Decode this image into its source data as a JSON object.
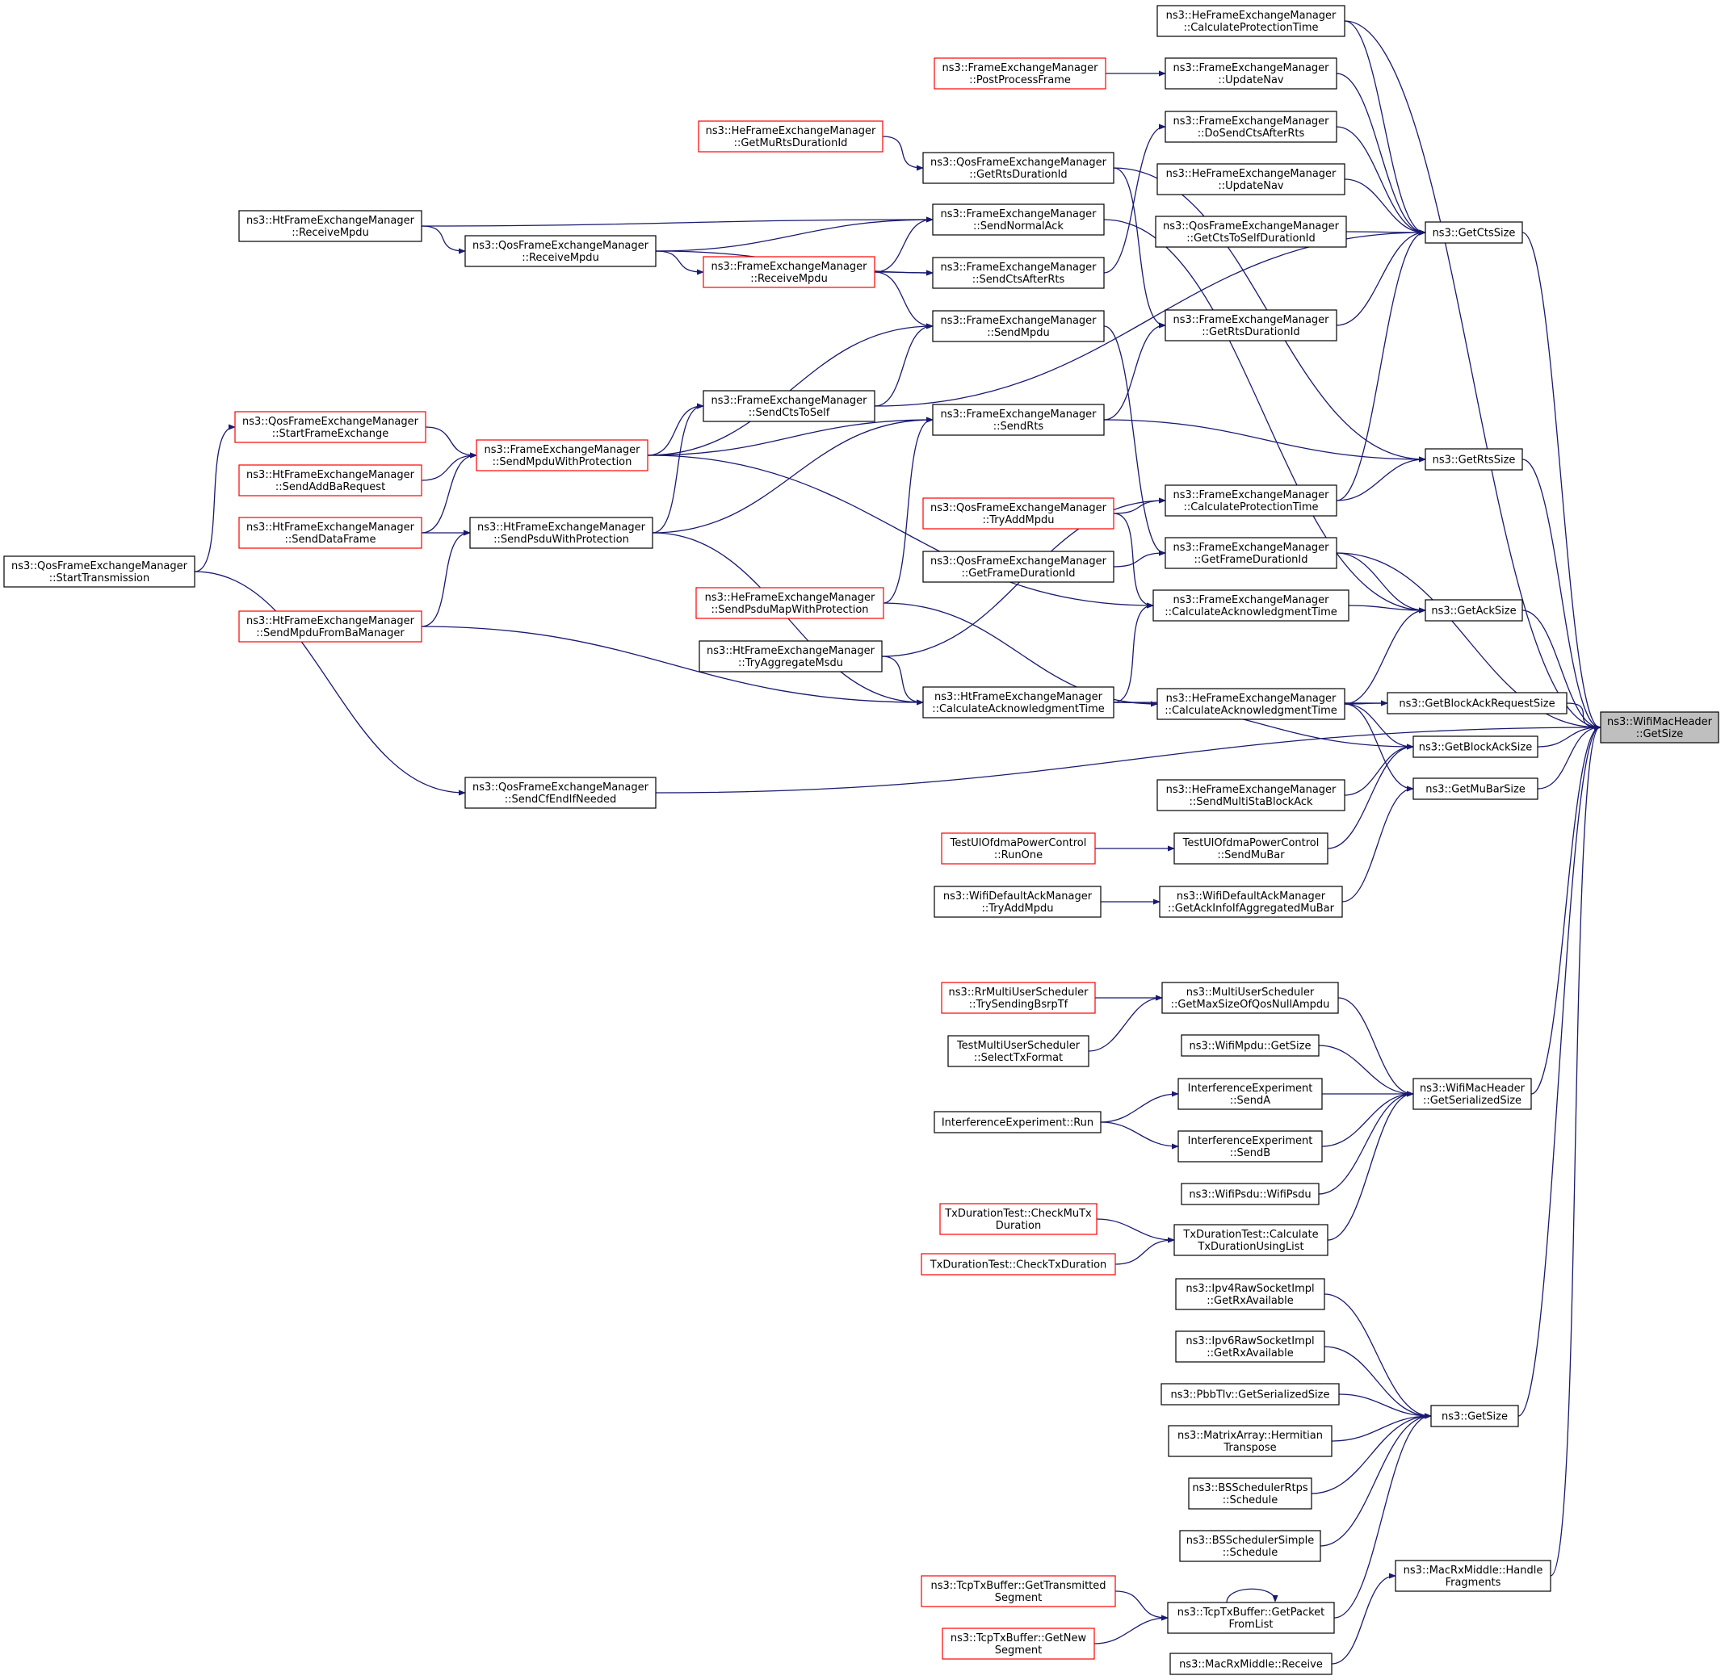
{
  "nodes": [
    {
      "id": "root",
      "lines": [
        "ns3::WifiMacHeader",
        "::GetSize"
      ],
      "style": "root"
    },
    {
      "id": "getctssize",
      "lines": [
        "ns3::GetCtsSize"
      ],
      "style": "black"
    },
    {
      "id": "getrtssize",
      "lines": [
        "ns3::GetRtsSize"
      ],
      "style": "black"
    },
    {
      "id": "getacksize",
      "lines": [
        "ns3::GetAckSize"
      ],
      "style": "black"
    },
    {
      "id": "getbarsize",
      "lines": [
        "ns3::GetBlockAckRequestSize"
      ],
      "style": "black"
    },
    {
      "id": "getbasize",
      "lines": [
        "ns3::GetBlockAckSize"
      ],
      "style": "black"
    },
    {
      "id": "getmubarsize",
      "lines": [
        "ns3::GetMuBarSize"
      ],
      "style": "black"
    },
    {
      "id": "wmh_serialized",
      "lines": [
        "ns3::WifiMacHeader",
        "::GetSerializedSize"
      ],
      "style": "black"
    },
    {
      "id": "ns3getsize",
      "lines": [
        "ns3::GetSize"
      ],
      "style": "black"
    },
    {
      "id": "handlefragments",
      "lines": [
        "ns3::MacRxMiddle::Handle",
        "Fragments"
      ],
      "style": "black"
    },
    {
      "id": "he_calcprot",
      "lines": [
        "ns3::HeFrameExchangeManager",
        "::CalculateProtectionTime"
      ],
      "style": "black"
    },
    {
      "id": "fem_updatenav",
      "lines": [
        "ns3::FrameExchangeManager",
        "::UpdateNav"
      ],
      "style": "black"
    },
    {
      "id": "fem_dosendcts",
      "lines": [
        "ns3::FrameExchangeManager",
        "::DoSendCtsAfterRts"
      ],
      "style": "black"
    },
    {
      "id": "he_updatenav",
      "lines": [
        "ns3::HeFrameExchangeManager",
        "::UpdateNav"
      ],
      "style": "black"
    },
    {
      "id": "qos_getcts",
      "lines": [
        "ns3::QosFrameExchangeManager",
        "::GetCtsToSelfDurationId"
      ],
      "style": "black"
    },
    {
      "id": "fem_getrtsdur",
      "lines": [
        "ns3::FrameExchangeManager",
        "::GetRtsDurationId"
      ],
      "style": "black"
    },
    {
      "id": "fem_calcprot",
      "lines": [
        "ns3::FrameExchangeManager",
        "::CalculateProtectionTime"
      ],
      "style": "black"
    },
    {
      "id": "fem_getframedur",
      "lines": [
        "ns3::FrameExchangeManager",
        "::GetFrameDurationId"
      ],
      "style": "black"
    },
    {
      "id": "fem_calcack",
      "lines": [
        "ns3::FrameExchangeManager",
        "::CalculateAcknowledgmentTime"
      ],
      "style": "black"
    },
    {
      "id": "he_calcack",
      "lines": [
        "ns3::HeFrameExchangeManager",
        "::CalculateAcknowledgmentTime"
      ],
      "style": "black"
    },
    {
      "id": "he_sendmultista",
      "lines": [
        "ns3::HeFrameExchangeManager",
        "::SendMultiStaBlockAck"
      ],
      "style": "black"
    },
    {
      "id": "test_sendmubar",
      "lines": [
        "TestUlOfdmaPowerControl",
        "::SendMuBar"
      ],
      "style": "black"
    },
    {
      "id": "wdam_getackinfo",
      "lines": [
        "ns3::WifiDefaultAckManager",
        "::GetAckInfoIfAggregatedMuBar"
      ],
      "style": "black"
    },
    {
      "id": "fem_postprocess",
      "lines": [
        "ns3::FrameExchangeManager",
        "::PostProcessFrame"
      ],
      "style": "red"
    },
    {
      "id": "he_getmurts",
      "lines": [
        "ns3::HeFrameExchangeManager",
        "::GetMuRtsDurationId"
      ],
      "style": "red"
    },
    {
      "id": "qos_getrtsdur",
      "lines": [
        "ns3::QosFrameExchangeManager",
        "::GetRtsDurationId"
      ],
      "style": "black"
    },
    {
      "id": "fem_sendnormalack",
      "lines": [
        "ns3::FrameExchangeManager",
        "::SendNormalAck"
      ],
      "style": "black"
    },
    {
      "id": "fem_sendctsafter",
      "lines": [
        "ns3::FrameExchangeManager",
        "::SendCtsAfterRts"
      ],
      "style": "black"
    },
    {
      "id": "fem_sendmpdu",
      "lines": [
        "ns3::FrameExchangeManager",
        "::SendMpdu"
      ],
      "style": "black"
    },
    {
      "id": "fem_sendrts",
      "lines": [
        "ns3::FrameExchangeManager",
        "::SendRts"
      ],
      "style": "black"
    },
    {
      "id": "qos_tryaddmpdu",
      "lines": [
        "ns3::QosFrameExchangeManager",
        "::TryAddMpdu"
      ],
      "style": "red"
    },
    {
      "id": "qos_getframedur",
      "lines": [
        "ns3::QosFrameExchangeManager",
        "::GetFrameDurationId"
      ],
      "style": "black"
    },
    {
      "id": "he_sendpsdumap",
      "lines": [
        "ns3::HeFrameExchangeManager",
        "::SendPsduMapWithProtection"
      ],
      "style": "red"
    },
    {
      "id": "ht_tryaggmsdu",
      "lines": [
        "ns3::HtFrameExchangeManager",
        "::TryAggregateMsdu"
      ],
      "style": "black"
    },
    {
      "id": "ht_calcack",
      "lines": [
        "ns3::HtFrameExchangeManager",
        "::CalculateAcknowledgmentTime"
      ],
      "style": "black"
    },
    {
      "id": "fem_receivempdu",
      "lines": [
        "ns3::FrameExchangeManager",
        "::ReceiveMpdu"
      ],
      "style": "red"
    },
    {
      "id": "fem_sendctstoself",
      "lines": [
        "ns3::FrameExchangeManager",
        "::SendCtsToSelf"
      ],
      "style": "black"
    },
    {
      "id": "ht_receivempdu",
      "lines": [
        "ns3::HtFrameExchangeManager",
        "::ReceiveMpdu"
      ],
      "style": "black"
    },
    {
      "id": "qos_receivempdu",
      "lines": [
        "ns3::QosFrameExchangeManager",
        "::ReceiveMpdu"
      ],
      "style": "black"
    },
    {
      "id": "fem_sendmpduprot",
      "lines": [
        "ns3::FrameExchangeManager",
        "::SendMpduWithProtection"
      ],
      "style": "red"
    },
    {
      "id": "ht_sendpsduprot",
      "lines": [
        "ns3::HtFrameExchangeManager",
        "::SendPsduWithProtection"
      ],
      "style": "black"
    },
    {
      "id": "qos_startframe",
      "lines": [
        "ns3::QosFrameExchangeManager",
        "::StartFrameExchange"
      ],
      "style": "red"
    },
    {
      "id": "ht_sendaddba",
      "lines": [
        "ns3::HtFrameExchangeManager",
        "::SendAddBaRequest"
      ],
      "style": "red"
    },
    {
      "id": "ht_senddataframe",
      "lines": [
        "ns3::HtFrameExchangeManager",
        "::SendDataFrame"
      ],
      "style": "red"
    },
    {
      "id": "ht_sendmpdufromba",
      "lines": [
        "ns3::HtFrameExchangeManager",
        "::SendMpduFromBaManager"
      ],
      "style": "red"
    },
    {
      "id": "qos_starttx",
      "lines": [
        "ns3::QosFrameExchangeManager",
        "::StartTransmission"
      ],
      "style": "black"
    },
    {
      "id": "qos_sendcfend",
      "lines": [
        "ns3::QosFrameExchangeManager",
        "::SendCfEndIfNeeded"
      ],
      "style": "black"
    },
    {
      "id": "test_runone",
      "lines": [
        "TestUlOfdmaPowerControl",
        "::RunOne"
      ],
      "style": "red"
    },
    {
      "id": "wdam_tryaddmpdu",
      "lines": [
        "ns3::WifiDefaultAckManager",
        "::TryAddMpdu"
      ],
      "style": "black"
    },
    {
      "id": "mus_getmaxsize",
      "lines": [
        "ns3::MultiUserScheduler",
        "::GetMaxSizeOfQosNullAmpdu"
      ],
      "style": "black"
    },
    {
      "id": "rr_trysending",
      "lines": [
        "ns3::RrMultiUserScheduler",
        "::TrySendingBsrpTf"
      ],
      "style": "red"
    },
    {
      "id": "test_selecttx",
      "lines": [
        "TestMultiUserScheduler",
        "::SelectTxFormat"
      ],
      "style": "black"
    },
    {
      "id": "wifimpdu_getsize",
      "lines": [
        "ns3::WifiMpdu::GetSize"
      ],
      "style": "black"
    },
    {
      "id": "ie_senda",
      "lines": [
        "InterferenceExperiment",
        "::SendA"
      ],
      "style": "black"
    },
    {
      "id": "ie_run",
      "lines": [
        "InterferenceExperiment::Run"
      ],
      "style": "black"
    },
    {
      "id": "ie_sendb",
      "lines": [
        "InterferenceExperiment",
        "::SendB"
      ],
      "style": "black"
    },
    {
      "id": "wifipsdu",
      "lines": [
        "ns3::WifiPsdu::WifiPsdu"
      ],
      "style": "black"
    },
    {
      "id": "txdt_calc",
      "lines": [
        "TxDurationTest::Calculate",
        "TxDurationUsingList"
      ],
      "style": "black"
    },
    {
      "id": "txdt_checkmu",
      "lines": [
        "TxDurationTest::CheckMuTx",
        "Duration"
      ],
      "style": "red"
    },
    {
      "id": "txdt_checktx",
      "lines": [
        "TxDurationTest::CheckTxDuration"
      ],
      "style": "red"
    },
    {
      "id": "ipv4raw",
      "lines": [
        "ns3::Ipv4RawSocketImpl",
        "::GetRxAvailable"
      ],
      "style": "black"
    },
    {
      "id": "ipv6raw",
      "lines": [
        "ns3::Ipv6RawSocketImpl",
        "::GetRxAvailable"
      ],
      "style": "black"
    },
    {
      "id": "pbbtlv",
      "lines": [
        "ns3::PbbTlv::GetSerializedSize"
      ],
      "style": "black"
    },
    {
      "id": "matrix_herm",
      "lines": [
        "ns3::MatrixArray::Hermitian",
        "Transpose"
      ],
      "style": "black"
    },
    {
      "id": "bs_rtps",
      "lines": [
        "ns3::BSSchedulerRtps",
        "::Schedule"
      ],
      "style": "black"
    },
    {
      "id": "bs_simple",
      "lines": [
        "ns3::BSSchedulerSimple",
        "::Schedule"
      ],
      "style": "black"
    },
    {
      "id": "tcp_getpacket",
      "lines": [
        "ns3::TcpTxBuffer::GetPacket",
        "FromList"
      ],
      "style": "black"
    },
    {
      "id": "tcp_gettransmitted",
      "lines": [
        "ns3::TcpTxBuffer::GetTransmitted",
        "Segment"
      ],
      "style": "red"
    },
    {
      "id": "tcp_getnew",
      "lines": [
        "ns3::TcpTxBuffer::GetNew",
        "Segment"
      ],
      "style": "red"
    },
    {
      "id": "macrx_receive",
      "lines": [
        "ns3::MacRxMiddle::Receive"
      ],
      "style": "black"
    }
  ],
  "edges": [
    [
      "fem_postprocess",
      "fem_updatenav"
    ],
    [
      "he_getmurts",
      "qos_getrtsdur"
    ],
    [
      "ht_receivempdu",
      "qos_receivempdu"
    ],
    [
      "qos_receivempdu",
      "fem_receivempdu"
    ],
    [
      "fem_receivempdu",
      "fem_sendctsafter"
    ],
    [
      "ht_receivempdu",
      "fem_sendnormalack"
    ],
    [
      "qos_receivempdu",
      "fem_sendnormalack"
    ],
    [
      "fem_receivempdu",
      "fem_sendnormalack"
    ],
    [
      "qos_receivempdu",
      "fem_sendctsafter"
    ],
    [
      "fem_receivempdu",
      "fem_sendmpdu"
    ],
    [
      "fem_sendmpduprot",
      "fem_sendmpdu"
    ],
    [
      "fem_sendctstoself",
      "fem_sendmpdu"
    ],
    [
      "fem_sendmpduprot",
      "fem_sendctstoself"
    ],
    [
      "ht_sendpsduprot",
      "fem_sendctstoself"
    ],
    [
      "fem_sendmpduprot",
      "fem_sendrts"
    ],
    [
      "ht_sendpsduprot",
      "fem_sendrts"
    ],
    [
      "he_sendpsdumap",
      "fem_sendrts"
    ],
    [
      "qos_startframe",
      "fem_sendmpduprot"
    ],
    [
      "ht_sendaddba",
      "fem_sendmpduprot"
    ],
    [
      "ht_senddataframe",
      "fem_sendmpduprot"
    ],
    [
      "ht_senddataframe",
      "ht_sendpsduprot"
    ],
    [
      "ht_sendmpdufromba",
      "ht_sendpsduprot"
    ],
    [
      "qos_starttx",
      "qos_startframe"
    ],
    [
      "qos_starttx",
      "qos_sendcfend"
    ],
    [
      "ht_tryaggmsdu",
      "ht_calcack"
    ],
    [
      "ht_sendpsduprot",
      "ht_calcack"
    ],
    [
      "ht_sendmpdufromba",
      "ht_calcack"
    ],
    [
      "fem_sendctsafter",
      "fem_dosendcts"
    ],
    [
      "qos_getrtsdur",
      "fem_getrtsdur"
    ],
    [
      "fem_sendrts",
      "fem_getrtsdur"
    ],
    [
      "qos_tryaddmpdu",
      "fem_calcprot"
    ],
    [
      "ht_tryaggmsdu",
      "fem_calcprot"
    ],
    [
      "qos_getframedur",
      "fem_getframedur"
    ],
    [
      "fem_sendmpdu",
      "fem_getframedur"
    ],
    [
      "fem_sendmpduprot",
      "fem_calcack"
    ],
    [
      "qos_tryaddmpdu",
      "fem_calcack"
    ],
    [
      "ht_calcack",
      "fem_calcack"
    ],
    [
      "he_sendpsdumap",
      "he_calcack"
    ],
    [
      "test_runone",
      "test_sendmubar"
    ],
    [
      "wdam_tryaddmpdu",
      "wdam_getackinfo"
    ],
    [
      "fem_updatenav",
      "getctssize"
    ],
    [
      "he_calcprot",
      "getctssize"
    ],
    [
      "fem_dosendcts",
      "getctssize"
    ],
    [
      "he_updatenav",
      "getctssize"
    ],
    [
      "qos_getcts",
      "getctssize"
    ],
    [
      "fem_getrtsdur",
      "getctssize"
    ],
    [
      "fem_calcprot",
      "getctssize"
    ],
    [
      "fem_sendctstoself",
      "getctssize"
    ],
    [
      "fem_sendrts",
      "getrtssize"
    ],
    [
      "fem_calcprot",
      "getrtssize"
    ],
    [
      "qos_getrtsdur",
      "getrtssize"
    ],
    [
      "fem_getframedur",
      "getacksize"
    ],
    [
      "fem_calcack",
      "getacksize"
    ],
    [
      "he_calcack",
      "getacksize"
    ],
    [
      "fem_sendnormalack",
      "getacksize"
    ],
    [
      "he_calcack",
      "getbarsize"
    ],
    [
      "ht_calcack",
      "getbarsize"
    ],
    [
      "he_calcack",
      "getbasize"
    ],
    [
      "ht_calcack",
      "getbasize"
    ],
    [
      "he_sendmultista",
      "getbasize"
    ],
    [
      "test_sendmubar",
      "getbasize"
    ],
    [
      "he_calcack",
      "getmubarsize"
    ],
    [
      "wdam_getackinfo",
      "getmubarsize"
    ],
    [
      "rr_trysending",
      "mus_getmaxsize"
    ],
    [
      "test_selecttx",
      "mus_getmaxsize"
    ],
    [
      "ie_run",
      "ie_senda"
    ],
    [
      "ie_run",
      "ie_sendb"
    ],
    [
      "txdt_checkmu",
      "txdt_calc"
    ],
    [
      "txdt_checktx",
      "txdt_calc"
    ],
    [
      "mus_getmaxsize",
      "wmh_serialized"
    ],
    [
      "wifimpdu_getsize",
      "wmh_serialized"
    ],
    [
      "ie_senda",
      "wmh_serialized"
    ],
    [
      "ie_sendb",
      "wmh_serialized"
    ],
    [
      "wifipsdu",
      "wmh_serialized"
    ],
    [
      "txdt_calc",
      "wmh_serialized"
    ],
    [
      "tcp_gettransmitted",
      "tcp_getpacket"
    ],
    [
      "tcp_getnew",
      "tcp_getpacket"
    ],
    [
      "tcp_getpacket",
      "tcp_getpacket"
    ],
    [
      "ipv4raw",
      "ns3getsize"
    ],
    [
      "ipv6raw",
      "ns3getsize"
    ],
    [
      "pbbtlv",
      "ns3getsize"
    ],
    [
      "matrix_herm",
      "ns3getsize"
    ],
    [
      "bs_rtps",
      "ns3getsize"
    ],
    [
      "bs_simple",
      "ns3getsize"
    ],
    [
      "tcp_getpacket",
      "ns3getsize"
    ],
    [
      "macrx_receive",
      "handlefragments"
    ],
    [
      "he_calcprot",
      "root"
    ],
    [
      "getctssize",
      "root"
    ],
    [
      "getrtssize",
      "root"
    ],
    [
      "fem_getframedur",
      "root"
    ],
    [
      "getacksize",
      "root"
    ],
    [
      "getbarsize",
      "root"
    ],
    [
      "getbasize",
      "root"
    ],
    [
      "getmubarsize",
      "root"
    ],
    [
      "qos_sendcfend",
      "root"
    ],
    [
      "wmh_serialized",
      "root"
    ],
    [
      "ns3getsize",
      "root"
    ],
    [
      "handlefragments",
      "root"
    ]
  ]
}
